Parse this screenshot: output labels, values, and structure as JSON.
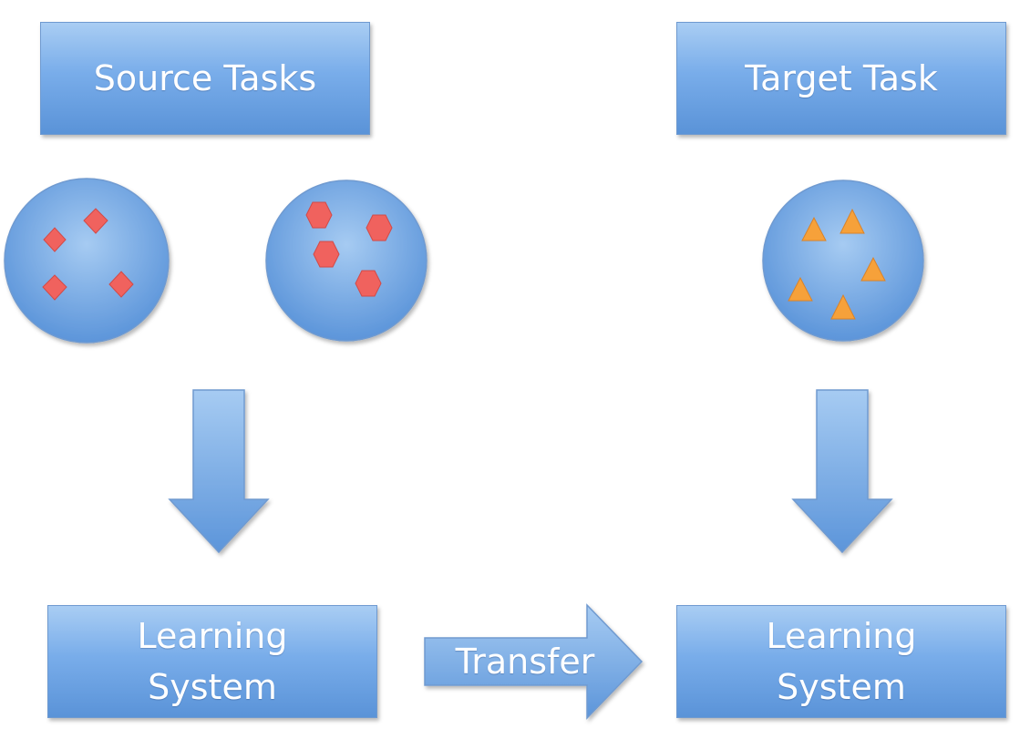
{
  "source_tasks": {
    "title": "Source Tasks"
  },
  "target_task": {
    "title": "Target Task"
  },
  "learning_system_left": {
    "line1": "Learning",
    "line2": "System"
  },
  "learning_system_right": {
    "line1": "Learning",
    "line2": "System"
  },
  "transfer_arrow": {
    "label": "Transfer"
  },
  "colors": {
    "box_fill": "#79adea",
    "diamond": "#f0625e",
    "hexagon": "#f0625e",
    "triangle": "#f6a13a"
  }
}
